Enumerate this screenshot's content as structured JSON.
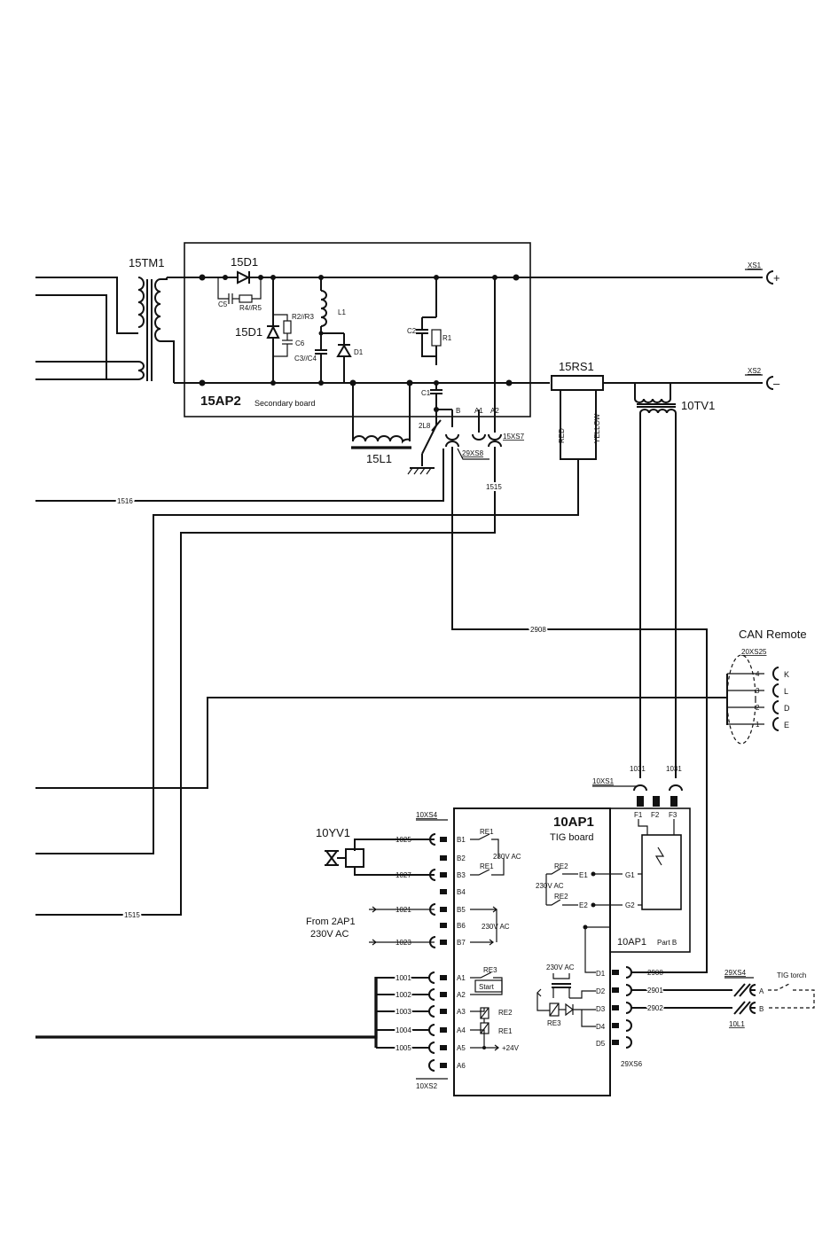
{
  "labels": {
    "tm1": "15TM1",
    "d1_top": "15D1",
    "d1_side": "15D1",
    "c5": "C5",
    "r4r5": "R4//R5",
    "r2r3": "R2//R3",
    "c6": "C6",
    "c3c4": "C3//C4",
    "l1": "L1",
    "d1": "D1",
    "c2": "C2",
    "r1": "R1",
    "c1": "C1",
    "ap2": "15AP2",
    "ap2_sub": "Secondary board",
    "l15": "15L1",
    "l8": "2L8",
    "b": "B",
    "a1": "A1",
    "a2": "A2",
    "xs7": "15XS7",
    "xs8": "29XS8",
    "rs1": "15RS1",
    "red": "RED",
    "yellow": "YELLOW",
    "tv1": "10TV1",
    "xs1": "XS1",
    "xs2": "XS2",
    "plus": "+",
    "minus": "–",
    "w1516": "1516",
    "w1515a": "1515",
    "w1515b": "1515",
    "w2908a": "2908",
    "can": "CAN Remote",
    "xs25": "20XS25",
    "w1031a": "1031",
    "w1031b": "1031",
    "xs10": "10XS1",
    "ap1": "10AP1",
    "ap1_sub": "TIG board",
    "partb_a": "10AP1",
    "partb_b": "Part B",
    "f1": "F1",
    "f2": "F2",
    "f3": "F3",
    "g1": "G1",
    "g2": "G2",
    "e1": "E1",
    "e2": "E2",
    "re1a": "RE1",
    "re1b": "RE1",
    "re2a": "RE2",
    "re2b": "RE2",
    "v230a": "230V AC",
    "v230b": "230V AC",
    "v230c": "230V AC",
    "v230d": "230V AC",
    "yv1": "10YV1",
    "xs4": "10XS4",
    "xs2b": "10XS2",
    "from": "From 2AP1",
    "from2": "230V AC",
    "re3a": "RE3",
    "start": "Start",
    "re3b": "RE3",
    "re2c": "RE2",
    "re1c": "RE1",
    "p24": "+24V",
    "xs6": "29XS6",
    "xs4b": "29XS4",
    "tig": "TIG torch",
    "l10": "10L1",
    "pa": "A",
    "pb": "B"
  },
  "can_pins": [
    {
      "num": "4",
      "letter": "K"
    },
    {
      "num": "3",
      "letter": "L"
    },
    {
      "num": "2",
      "letter": "D"
    },
    {
      "num": "1",
      "letter": "E"
    }
  ],
  "b_pins": [
    "B1",
    "B2",
    "B3",
    "B4",
    "B5",
    "B6",
    "B7"
  ],
  "b_wires": [
    "1025",
    "1027",
    "1021",
    "1023"
  ],
  "a_pins": [
    "A1",
    "A2",
    "A3",
    "A4",
    "A5",
    "A6"
  ],
  "a_wires": [
    "1001",
    "1002",
    "1003",
    "1004",
    "1005"
  ],
  "d_pins": [
    "D1",
    "D2",
    "D3",
    "D4",
    "D5"
  ],
  "d_wires": [
    "2908",
    "2901",
    "2902"
  ]
}
